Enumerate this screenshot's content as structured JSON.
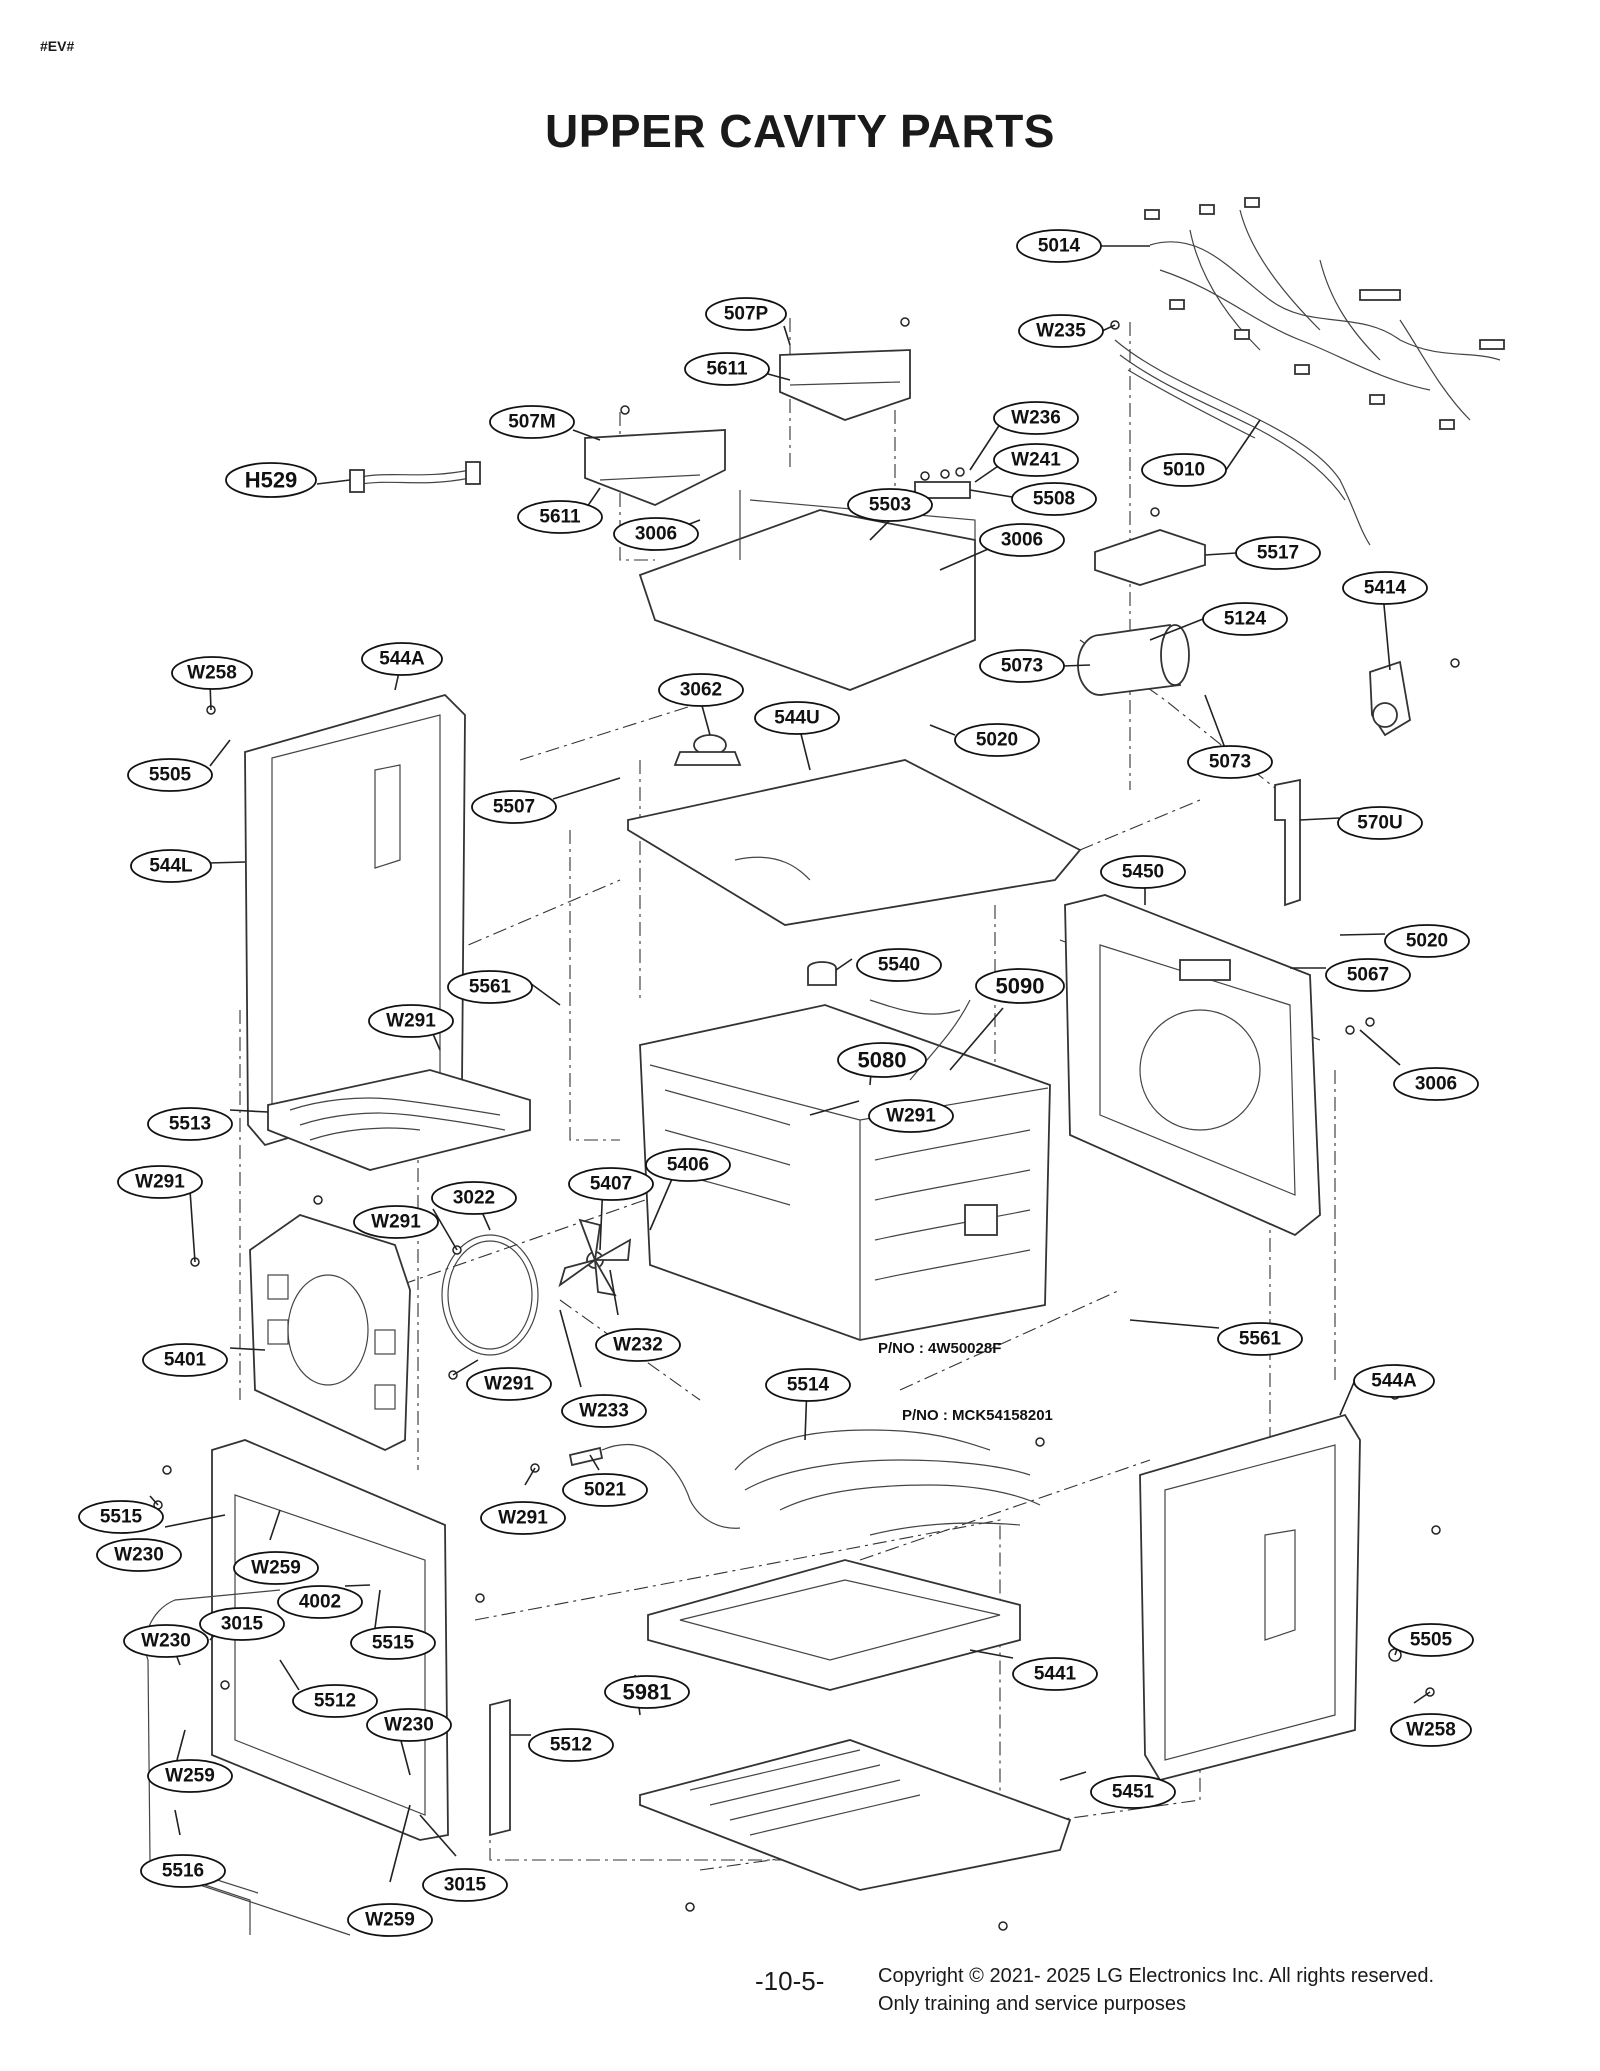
{
  "marker": "#EV#",
  "title": "UPPER CAVITY PARTS",
  "footer": {
    "page": "-10-5-",
    "copyright": "Copyright © 2021- 2025 LG Electronics Inc. All rights reserved.",
    "note": "Only training and service purposes"
  },
  "part_numbers": {
    "pn1": "P/NO : 4W50028F",
    "pn2": "P/NO : MCK54158201"
  },
  "labels": {
    "l5014": "5014",
    "lW235": "W235",
    "l507P": "507P",
    "l5611a": "5611",
    "l507M": "507M",
    "lH529": "H529",
    "l5611b": "5611",
    "l3006a": "3006",
    "l5503": "5503",
    "lW236": "W236",
    "lW241": "W241",
    "l5508": "5508",
    "l5010": "5010",
    "l3006b": "3006",
    "l5517": "5517",
    "l5414": "5414",
    "l5124": "5124",
    "l5073a": "5073",
    "l5073b": "5073",
    "lW258a": "W258",
    "l544Aa": "544A",
    "l3062": "3062",
    "l544U": "544U",
    "l5020a": "5020",
    "l5505a": "5505",
    "l5507": "5507",
    "l570U": "570U",
    "l544L": "544L",
    "l5450": "5450",
    "l5020b": "5020",
    "l5067": "5067",
    "l5540": "5540",
    "l5090": "5090",
    "l5561a": "5561",
    "lW291a": "W291",
    "l5080": "5080",
    "l3006c": "3006",
    "l5513": "5513",
    "lW291b": "W291",
    "l5406": "5406",
    "lW291c": "W291",
    "l5407": "5407",
    "l3022": "3022",
    "lW291d": "W291",
    "l5561b": "5561",
    "l5401": "5401",
    "lW232": "W232",
    "lW291e": "W291",
    "l544Ab": "544A",
    "lW233": "W233",
    "l5514": "5514",
    "l5021": "5021",
    "lW291f": "W291",
    "l5515a": "5515",
    "lW230a": "W230",
    "lW259a": "W259",
    "l4002": "4002",
    "l3015a": "3015",
    "l5515b": "5515",
    "lW230b": "W230",
    "l5505b": "5505",
    "l5512a": "5512",
    "l5441": "5441",
    "l5981": "5981",
    "lW230c": "W230",
    "l5512b": "5512",
    "lW258b": "W258",
    "lW259b": "W259",
    "l5451": "5451",
    "l5516": "5516",
    "l3015b": "3015",
    "lW259c": "W259"
  }
}
